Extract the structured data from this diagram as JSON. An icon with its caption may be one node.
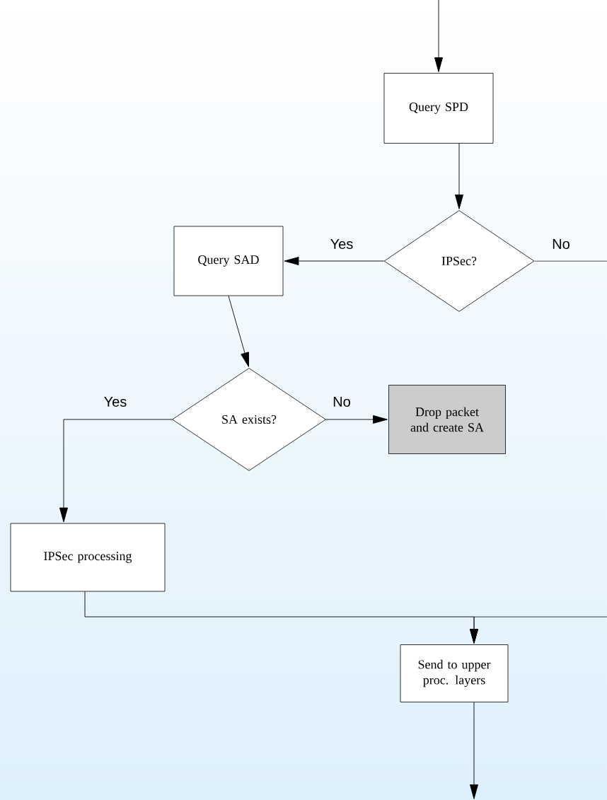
{
  "diagram": {
    "nodes": [
      {
        "text": [
          "Query SPD"
        ]
      },
      {
        "text": [
          "IPSec?"
        ]
      },
      {
        "text": [
          "Query SAD"
        ]
      },
      {
        "text": [
          "SA exists?"
        ]
      },
      {
        "text": [
          "Drop packet and create SA"
        ]
      },
      {
        "text": [
          "IPSec processing"
        ]
      },
      {
        "text": [
          "Send to upper proc. layers"
        ]
      }
    ],
    "edges": [
      {
        "from": null,
        "to": 0,
        "arrow": "to"
      },
      {
        "from": 0,
        "to": 1,
        "arrow": "to"
      },
      {
        "from": 1,
        "to": 2,
        "arrow": "to",
        "label": "Yes"
      },
      {
        "from": 1,
        "to": null,
        "arrow": "none",
        "label": "No"
      },
      {
        "from": 2,
        "to": 3,
        "arrow": "to"
      },
      {
        "from": 3,
        "to": 4,
        "arrow": "to",
        "label": "No"
      },
      {
        "from": 3,
        "to": 5,
        "arrow": "to",
        "label": "Yes"
      },
      {
        "from": 5,
        "to": 6,
        "arrow": "to"
      },
      {
        "from": null,
        "to": 6,
        "arrow": "to"
      },
      {
        "from": 6,
        "to": null,
        "arrow": "to"
      }
    ]
  }
}
